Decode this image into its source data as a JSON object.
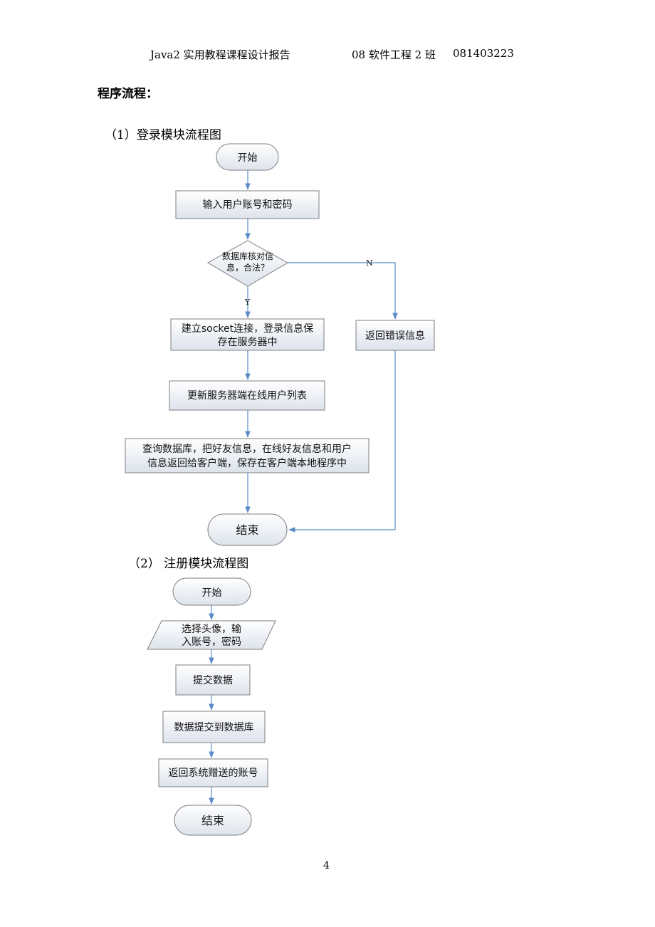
{
  "header": {
    "left": "Java2 实用教程课程设计报告",
    "class": "08 软件工程 2 班",
    "id": "081403223"
  },
  "section_title": "程序流程：",
  "login": {
    "title": "（1）登录模块流程图",
    "start": "开始",
    "input": "输入用户账号和密码",
    "decision": [
      "数据库核对信",
      "息，合法？"
    ],
    "yes_label": "Y",
    "no_label": "N",
    "socket": [
      "建立socket连接，登录信息保",
      "存在服务器中"
    ],
    "error": "返回错误信息",
    "update": "更新服务器端在线用户列表",
    "query": [
      "查询数据库，把好友信息，在线好友信息和用户",
      "信息返回给客户端，保存在客户端本地程序中"
    ],
    "end": "结束"
  },
  "register": {
    "title": "（2）  注册模块流程图",
    "start": "开始",
    "input": [
      "选择头像，输",
      "入账号，密码"
    ],
    "submit": "提交数据",
    "save": "数据提交到数据库",
    "account": "返回系统赠送的账号",
    "end": "结束"
  },
  "page_number": "4",
  "colors": {
    "edge": "#5b8bc8",
    "box_fill_top": "#ffffff",
    "box_fill_bottom": "#dde3ec",
    "box_stroke": "#7f7f7f"
  }
}
